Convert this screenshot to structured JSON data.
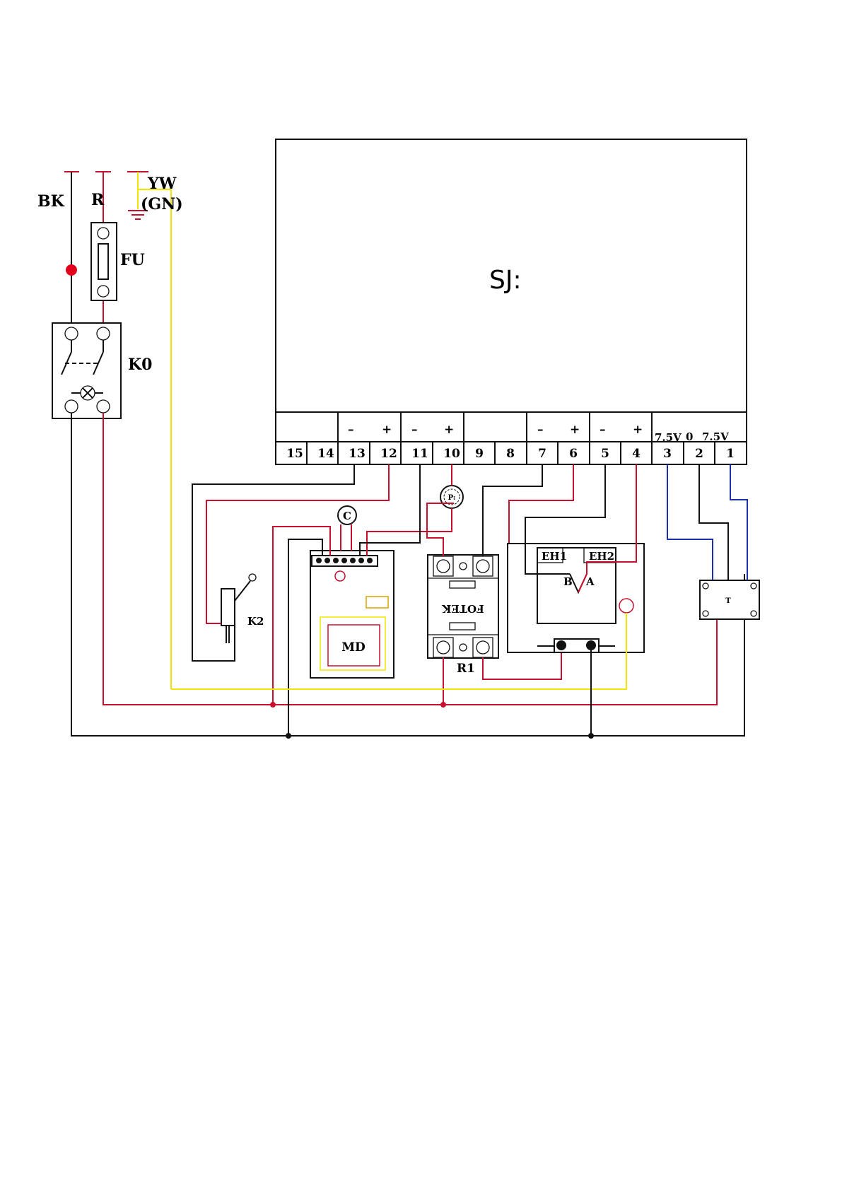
{
  "labels": {
    "main_unit": "SJ:",
    "black_wire": "BK",
    "red_wire": "R",
    "yw": "YW",
    "gn": "(GN)",
    "fuse": "FU",
    "switch": "K0",
    "microswitch": "K2",
    "module": "MD",
    "capacitor": "C",
    "pressure": "P:",
    "relay": "R1",
    "heater1": "EH1",
    "heater2": "EH2",
    "thermo_b": "B",
    "thermo_a": "A",
    "transformer": "T",
    "relay_brand": "FOTEK"
  },
  "terminals": [
    "15",
    "14",
    "13",
    "12",
    "11",
    "10",
    "9",
    "8",
    "7",
    "6",
    "5",
    "4",
    "3",
    "2",
    "1"
  ],
  "polarity": {
    "t13": "–",
    "t12": "+",
    "t11": "–",
    "t10": "+",
    "t7": "–",
    "t6": "+",
    "t5": "–",
    "t4": "+",
    "t3": "7.5V",
    "t2": "0",
    "t1": "7.5V"
  },
  "colors": {
    "black": "#111111",
    "red": "#c8102e",
    "yellow": "#f2e600",
    "blue": "#1a2fa8"
  }
}
